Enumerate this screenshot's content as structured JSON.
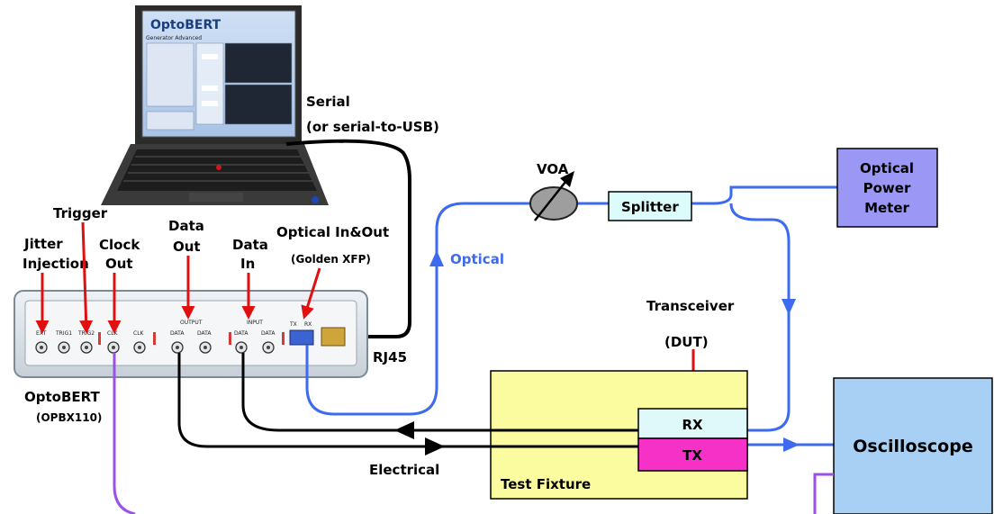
{
  "laptop": {
    "screen_title": "OptoBERT",
    "screen_tabs": "Generator   Advanced"
  },
  "serial_label": {
    "line1": "Serial",
    "line2": "(or serial-to-USB)"
  },
  "callouts": {
    "trigger": "Trigger",
    "jitter_line1": "Jitter",
    "jitter_line2": "Injection",
    "clock_line1": "Clock",
    "clock_line2": "Out",
    "data_out_line1": "Data",
    "data_out_line2": "Out",
    "data_in_line1": "Data",
    "data_in_line2": "In",
    "optical_inout": "Optical In&Out",
    "golden_xfp": "(Golden XFP)"
  },
  "panel": {
    "ext": "EXT",
    "trig1": "TRIG1",
    "trig2": "TRIG2",
    "clk": "CLK",
    "clk_bar": "CLK",
    "output": "OUTPUT",
    "input": "INPUT",
    "data_out": "DATA",
    "data_out_bar": "DATA",
    "data_in": "DATA",
    "data_in_bar": "DATA",
    "tx": "TX",
    "rx": "RX"
  },
  "device": {
    "name": "OptoBERT",
    "model": "(OPBX110)",
    "rj45": "RJ45"
  },
  "optical_path": {
    "voa": "VOA",
    "optical": "Optical",
    "splitter": "Splitter",
    "power_meter_line1": "Optical",
    "power_meter_line2": "Power",
    "power_meter_line3": "Meter"
  },
  "dut": {
    "line1": "Transceiver",
    "line2": "(DUT)",
    "rx": "RX",
    "tx": "TX",
    "fixture": "Test Fixture"
  },
  "electrical": "Electrical",
  "oscilloscope": "Oscilloscope",
  "colors": {
    "optical_line": "#3d6bf0",
    "electrical_line": "#000000",
    "callout_arrow": "#e01010",
    "clock_line": "#9b50e6",
    "fixture_fill": "#fbfba0",
    "rx_fill": "#dff9fb",
    "tx_fill": "#f531c8",
    "power_meter_fill": "#9b97f5",
    "oscilloscope_fill": "#a8d0f5",
    "splitter_fill": "#dcfbfb"
  }
}
